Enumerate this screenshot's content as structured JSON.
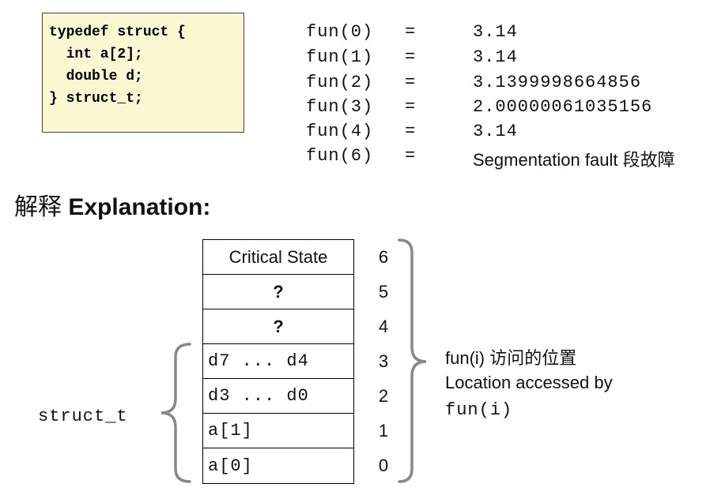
{
  "code": {
    "lines": [
      "typedef struct {",
      "  int a[2];",
      "  double d;",
      "} struct_t;"
    ]
  },
  "outputs": [
    {
      "call": "fun(0)",
      "eq": "=",
      "value": "3.14"
    },
    {
      "call": "fun(1)",
      "eq": "=",
      "value": "3.14"
    },
    {
      "call": "fun(2)",
      "eq": "=",
      "value": "3.1399998664856"
    },
    {
      "call": "fun(3)",
      "eq": "=",
      "value": "2.00000061035156"
    },
    {
      "call": "fun(4)",
      "eq": "=",
      "value": "3.14"
    },
    {
      "call": "fun(6)",
      "eq": "=",
      "value": "Segmentation fault 段故障"
    }
  ],
  "explanation": {
    "title_cn": "解释",
    "title_en": "Explanation:"
  },
  "memory": {
    "cells": [
      {
        "label": "Critical State",
        "index": "6"
      },
      {
        "label": "?",
        "index": "5"
      },
      {
        "label": "?",
        "index": "4"
      },
      {
        "label": "d7 ... d4",
        "index": "3"
      },
      {
        "label": "d3 ... d0",
        "index": "2"
      },
      {
        "label": "a[1]",
        "index": "1"
      },
      {
        "label": "a[0]",
        "index": "0"
      }
    ]
  },
  "struct_label": "struct_t",
  "access": {
    "line1": "fun(i) 访问的位置",
    "line2": "Location accessed by",
    "line3": "fun(i)"
  },
  "colors": {
    "code_bg": "#fbf7d3",
    "code_border": "#444444",
    "brace": "#888888"
  }
}
